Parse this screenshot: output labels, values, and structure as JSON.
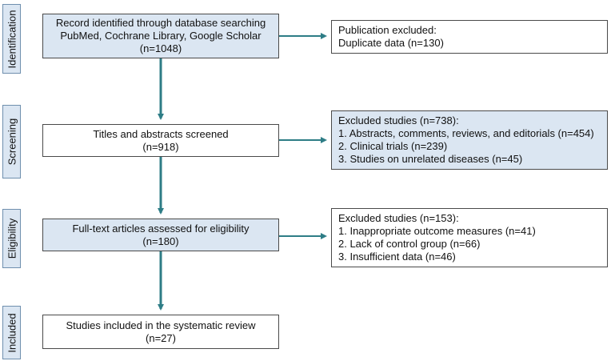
{
  "phases": {
    "identification": "Identification",
    "screening": "Screening",
    "eligibility": "Eligibility",
    "included": "Included"
  },
  "main_boxes": {
    "identified": {
      "lines": [
        "Record identified through database searching",
        "PubMed, Cochrane Library, Google Scholar",
        "(n=1048)"
      ]
    },
    "screened": {
      "lines": [
        "Titles and abstracts screened",
        "(n=918)"
      ]
    },
    "eligibility": {
      "lines": [
        "Full-text articles assessed for eligibility",
        "(n=180)"
      ]
    },
    "included": {
      "lines": [
        "Studies included in the systematic review",
        "(n=27)"
      ]
    }
  },
  "side_boxes": {
    "duplicates": {
      "lines": [
        "Publication excluded:",
        "Duplicate data (n=130)"
      ]
    },
    "screen_excluded": {
      "lines": [
        "Excluded studies (n=738):",
        "1. Abstracts, comments, reviews, and editorials (n=454)",
        "2. Clinical trials (n=239)",
        "3. Studies on unrelated diseases (n=45)"
      ]
    },
    "eligibility_excluded": {
      "lines": [
        "Excluded studies (n=153):",
        "1. Inappropriate outcome measures (n=41)",
        "2. Lack of control group (n=66)",
        "3. Insufficient data (n=46)"
      ]
    }
  },
  "colors": {
    "arrow": "#2e7d86",
    "box_fill_blue": "#dbe6f2",
    "phase_border": "#6f8fae"
  }
}
